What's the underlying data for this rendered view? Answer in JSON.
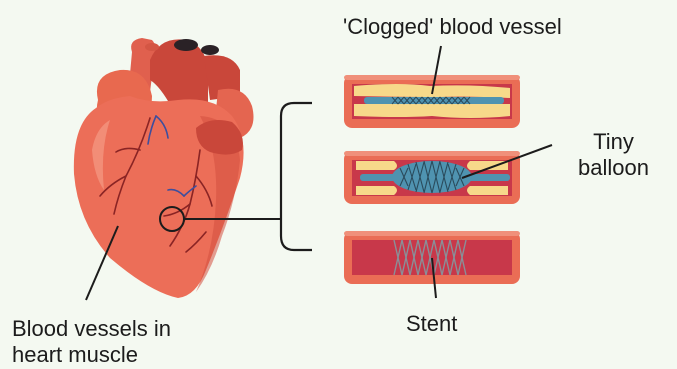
{
  "labels": {
    "clogged": "'Clogged' blood vessel",
    "balloon_line1": "Tiny",
    "balloon_line2": "balloon",
    "stent": "Stent",
    "vessels_line1": "Blood vessels in",
    "vessels_line2": "heart muscle"
  },
  "colors": {
    "background": "#f4f9f1",
    "heart": "#ec6e58",
    "heart_dark": "#c9473a",
    "vessel_wall": "#ea6d55",
    "plaque": "#f7d98a",
    "lumen": "#c8384a",
    "device": "#4f93b0",
    "leader": "#1c1c1c"
  }
}
